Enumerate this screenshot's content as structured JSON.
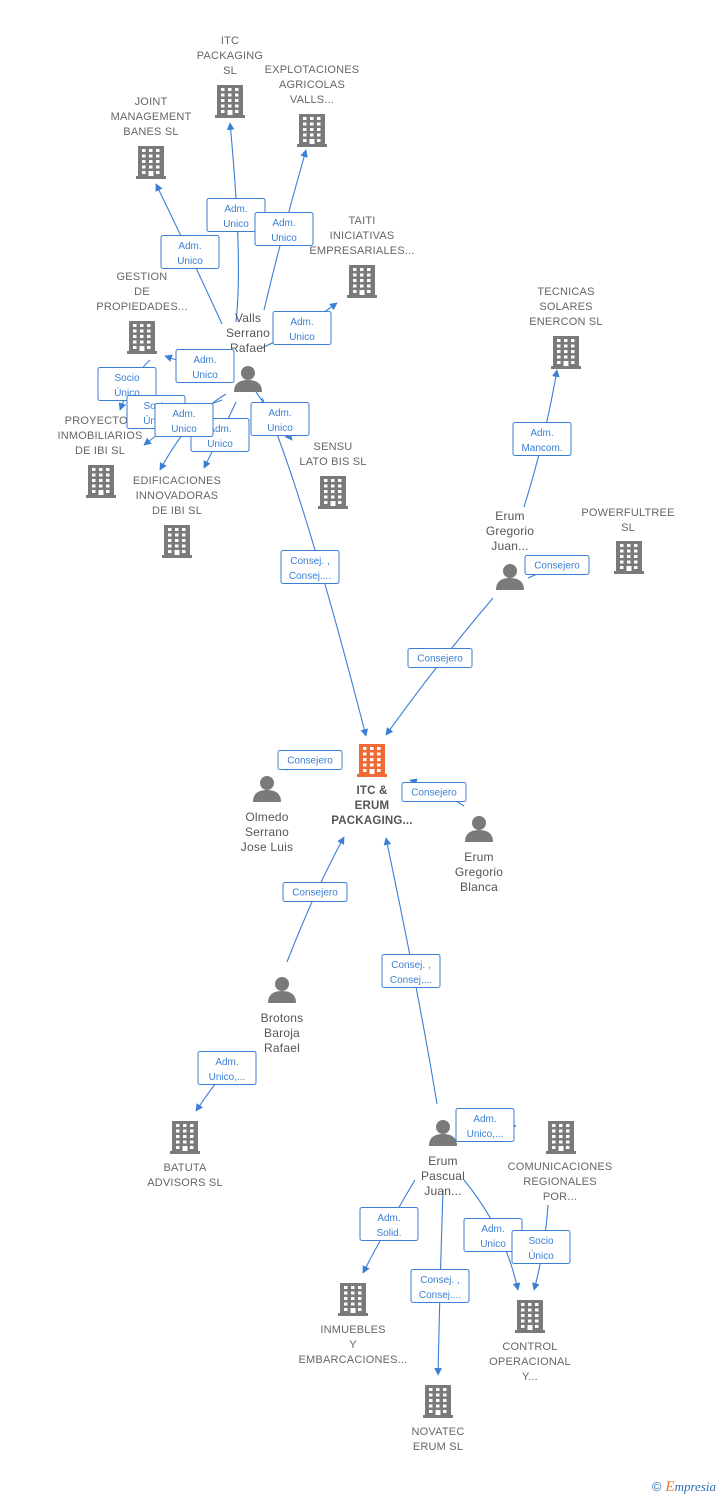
{
  "colors": {
    "edge": "#3a7fd5",
    "building": "#7a7a7a",
    "main_building": "#f06a35",
    "person": "#7a7a7a",
    "label": "#666666"
  },
  "nodes": [
    {
      "id": "itc_packaging",
      "type": "company",
      "lines": [
        "ITC",
        "PACKAGING",
        "SL"
      ]
    },
    {
      "id": "explotaciones",
      "type": "company",
      "lines": [
        "EXPLOTACIONES",
        "AGRICOLAS",
        "VALLS..."
      ]
    },
    {
      "id": "joint_management",
      "type": "company",
      "lines": [
        "JOINT",
        "MANAGEMENT",
        "BANES SL"
      ]
    },
    {
      "id": "taiti",
      "type": "company",
      "lines": [
        "TAITI",
        "INICIATIVAS",
        "EMPRESARIALES..."
      ]
    },
    {
      "id": "gestion",
      "type": "company",
      "lines": [
        "GESTION",
        "DE",
        "PROPIEDADES..."
      ]
    },
    {
      "id": "tecnicas_solares",
      "type": "company",
      "lines": [
        "TECNICAS",
        "SOLARES",
        "ENERCON SL"
      ]
    },
    {
      "id": "valls",
      "type": "person",
      "lines": [
        "Valls",
        "Serrano",
        "Rafael"
      ]
    },
    {
      "id": "proyectos",
      "type": "company",
      "lines": [
        "PROYECTOS",
        "INMOBILIARIOS",
        "DE IBI  SL"
      ]
    },
    {
      "id": "sensu",
      "type": "company",
      "lines": [
        "SENSU",
        "LATO BIS  SL"
      ]
    },
    {
      "id": "edificaciones",
      "type": "company",
      "lines": [
        "EDIFICACIONES",
        "INNOVADORAS",
        "DE IBI  SL"
      ]
    },
    {
      "id": "erum_gregorio_juan",
      "type": "person",
      "lines": [
        "Erum",
        "Gregorio",
        "Juan..."
      ]
    },
    {
      "id": "powerfultree",
      "type": "company",
      "lines": [
        "POWERFULTREE",
        "SL"
      ]
    },
    {
      "id": "main",
      "type": "main",
      "lines": [
        "ITC &",
        "ERUM",
        "PACKAGING..."
      ]
    },
    {
      "id": "olmedo",
      "type": "person",
      "lines": [
        "Olmedo",
        "Serrano",
        "Jose Luis"
      ]
    },
    {
      "id": "erum_blanca",
      "type": "person",
      "lines": [
        "Erum",
        "Gregorio",
        "Blanca"
      ]
    },
    {
      "id": "brotons",
      "type": "person",
      "lines": [
        "Brotons",
        "Baroja",
        "Rafael"
      ]
    },
    {
      "id": "batuta",
      "type": "company",
      "lines": [
        "BATUTA",
        "ADVISORS  SL"
      ]
    },
    {
      "id": "erum_pascual",
      "type": "person",
      "lines": [
        "Erum",
        "Pascual",
        "Juan..."
      ]
    },
    {
      "id": "comunicaciones",
      "type": "company",
      "lines": [
        "COMUNICACIONES",
        "REGIONALES",
        "POR..."
      ]
    },
    {
      "id": "inmuebles",
      "type": "company",
      "lines": [
        "INMUEBLES",
        "Y",
        "EMBARCACIONES..."
      ]
    },
    {
      "id": "control",
      "type": "company",
      "lines": [
        "CONTROL",
        "OPERACIONAL",
        "Y..."
      ]
    },
    {
      "id": "novatec",
      "type": "company",
      "lines": [
        "NOVATEC",
        "ERUM SL"
      ]
    }
  ],
  "edges": [
    {
      "from": "valls",
      "to": "itc_packaging",
      "label": [
        "Adm.",
        "Unico"
      ]
    },
    {
      "from": "valls",
      "to": "explotaciones",
      "label": [
        "Adm.",
        "Unico"
      ]
    },
    {
      "from": "valls",
      "to": "joint_management",
      "label": [
        "Adm.",
        "Unico"
      ]
    },
    {
      "from": "valls",
      "to": "taiti",
      "label": [
        "Adm.",
        "Unico"
      ]
    },
    {
      "from": "valls",
      "to": "gestion",
      "label": [
        "Adm.",
        "Unico"
      ]
    },
    {
      "from": "valls",
      "to": "proyectos",
      "label": [
        "Socio",
        "Único"
      ]
    },
    {
      "from": "valls",
      "to": "edificaciones",
      "label": [
        "Socio",
        "Único"
      ]
    },
    {
      "from": "valls",
      "to": "edificaciones",
      "label": [
        "Adm.",
        "Unico"
      ]
    },
    {
      "from": "valls",
      "to": "proyectos",
      "label": [
        "Adm.",
        "Unico"
      ]
    },
    {
      "from": "valls",
      "to": "sensu",
      "label": [
        "Adm.",
        "Unico"
      ]
    },
    {
      "from": "valls",
      "to": "main",
      "label": [
        "Consej. ,",
        "Consej...."
      ]
    },
    {
      "from": "erum_gregorio_juan",
      "to": "tecnicas_solares",
      "label": [
        "Adm.",
        "Mancom."
      ]
    },
    {
      "from": "erum_gregorio_juan",
      "to": "powerfultree",
      "label": [
        "Consejero"
      ]
    },
    {
      "from": "erum_gregorio_juan",
      "to": "main",
      "label": [
        "Consejero"
      ]
    },
    {
      "from": "olmedo",
      "to": "main",
      "label": [
        "Consejero"
      ]
    },
    {
      "from": "erum_blanca",
      "to": "main",
      "label": [
        "Consejero"
      ]
    },
    {
      "from": "brotons",
      "to": "main",
      "label": [
        "Consejero"
      ]
    },
    {
      "from": "brotons",
      "to": "batuta",
      "label": [
        "Adm.",
        "Unico,..."
      ]
    },
    {
      "from": "erum_pascual",
      "to": "main",
      "label": [
        "Consej. ,",
        "Consej...."
      ]
    },
    {
      "from": "erum_pascual",
      "to": "comunicaciones",
      "label": [
        "Adm.",
        "Unico,..."
      ]
    },
    {
      "from": "erum_pascual",
      "to": "inmuebles",
      "label": [
        "Adm.",
        "Solid."
      ]
    },
    {
      "from": "erum_pascual",
      "to": "novatec",
      "label": [
        "Consej. ,",
        "Consej...."
      ]
    },
    {
      "from": "erum_pascual",
      "to": "control",
      "label": [
        "Adm.",
        "Unico"
      ]
    },
    {
      "from": "comunicaciones",
      "to": "control",
      "label": [
        "Socio",
        "Único"
      ]
    }
  ],
  "footer": {
    "copyright": "©",
    "brand_first": "E",
    "brand_rest": "mpresia"
  }
}
